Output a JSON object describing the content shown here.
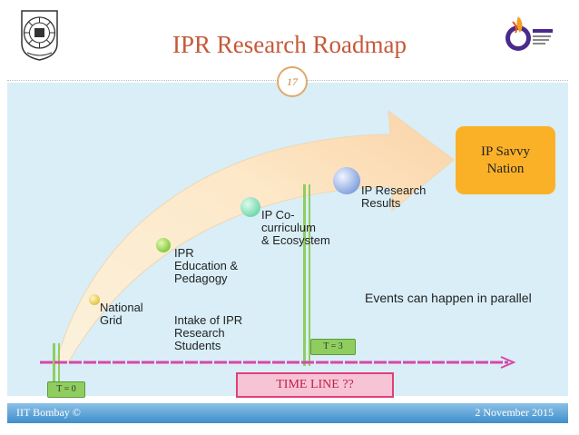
{
  "slide": {
    "title": "IPR Research Roadmap",
    "page_number": "17",
    "goal_box": "IP Savvy\nNation",
    "stages": [
      {
        "label": "National\nGrid"
      },
      {
        "label": "IPR\nEducation &\nPedagogy"
      },
      {
        "label": "IP Co-\ncurriculum\n& Ecosystem"
      },
      {
        "label": "IP Research\nResults"
      }
    ],
    "intake_label": "Intake of IPR\nResearch\nStudents",
    "note": "Events can happen in parallel",
    "t0_label": "T = 0",
    "t3_label": "T = 3",
    "timeline_label": "TIME LINE ??",
    "footer_left": "IIT Bombay  ©",
    "footer_right": "2 November 2015"
  },
  "colors": {
    "title": "#c45a3a",
    "content_bg": "#d9eef7",
    "goal_box": "#fbb127",
    "timeline_arrow": "#d946a8",
    "marker": "#8fce5e",
    "footer": "#3f8fcb"
  }
}
